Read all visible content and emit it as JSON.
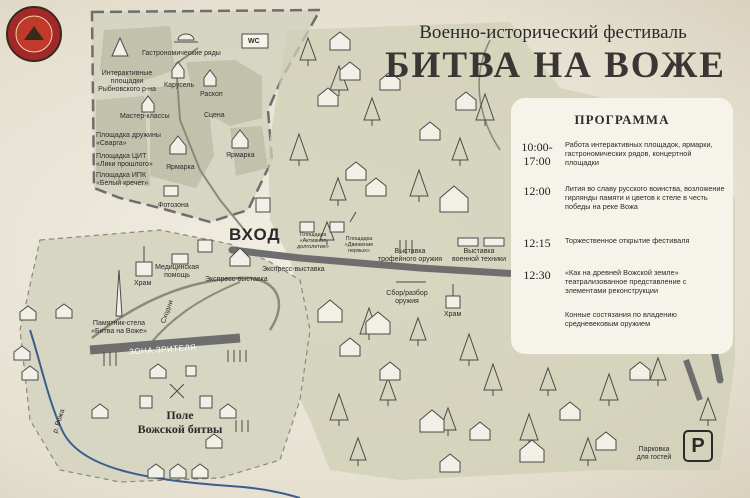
{
  "title": {
    "line1": "Военно-исторический фестиваль",
    "line2": "БИТВА НА ВОЖЕ"
  },
  "program": {
    "heading": "ПРОГРАММА",
    "events": [
      {
        "time": "10:00-\n17:00",
        "text": "Работа интерактивных площадок, ярмарки, гастрономических рядов, концертной площадки"
      },
      {
        "time": "12:00",
        "text": "Лития во славу русского воинства, возложение гирлянды памяти и цветов к стеле в честь победы на реке Вожа"
      },
      {
        "time": "12:15",
        "text": "Торжественное открытие фестиваля"
      },
      {
        "time": "12:30",
        "text": "«Как на древней Вожской земле» театрализованное представление с элементами реконструкции"
      },
      {
        "time": "",
        "text": "Конные состязания по владению средневековым оружием"
      }
    ]
  },
  "map": {
    "entrance": "ВХОД",
    "zone": "ЗОНА ЗРИТЕЛЯ",
    "field": "Поле\nВожской битвы",
    "river": "р. Вожа",
    "parking": "Парковка\nдля гостей",
    "parking_sign": "P",
    "labels": {
      "gastro": "Гастрономические ряды",
      "wc": "WC",
      "interactive": "Интерактивные\nплощадки\nРыбновского р-на",
      "carousel": "Карусель",
      "raskop": "Раскоп",
      "masterclass": "Мастер-классы",
      "scene": "Сцена",
      "druzhina": "Площадка дружины\n«Сварга»",
      "cit": "Площадка ЦИТ\n«Лики прошлого»",
      "ipk": "Площадка ИПК\n«Белый кречет»",
      "fair1": "Ярмарка",
      "fair2": "Ярмарка",
      "photozone": "Фотозона",
      "active_long": "Площадка\n«Активное\nдолголетие»",
      "movement": "Площадка\n«Движение первых»",
      "trophy": "Выставка\nтрофейного оружия",
      "military_exh": "Выставка\nвоенной техники",
      "medical": "Медицинская\nпомощь",
      "temple1": "Храм",
      "temple2": "Храм",
      "express1": "Экспресс-выставка",
      "express2": "Экспресс-выставка",
      "assembly": "Сбор/разбор\nоружия",
      "stele": "Памятник-стела\n«Битва на Воже»",
      "stairs": "Сходни"
    }
  },
  "colors": {
    "ground": "#d4d4c0",
    "road": "#6e6e6e",
    "panel": "#f6f3ea",
    "ink": "#2a2a2a",
    "logo_red": "#a3282a"
  },
  "icons": [
    "festival-logo-icon",
    "tree-icon",
    "house-icon",
    "wc-icon",
    "parking-icon",
    "church-icon",
    "stele-icon",
    "tank-icon",
    "gun-icon",
    "crossed-swords-icon",
    "ambulance-icon"
  ]
}
